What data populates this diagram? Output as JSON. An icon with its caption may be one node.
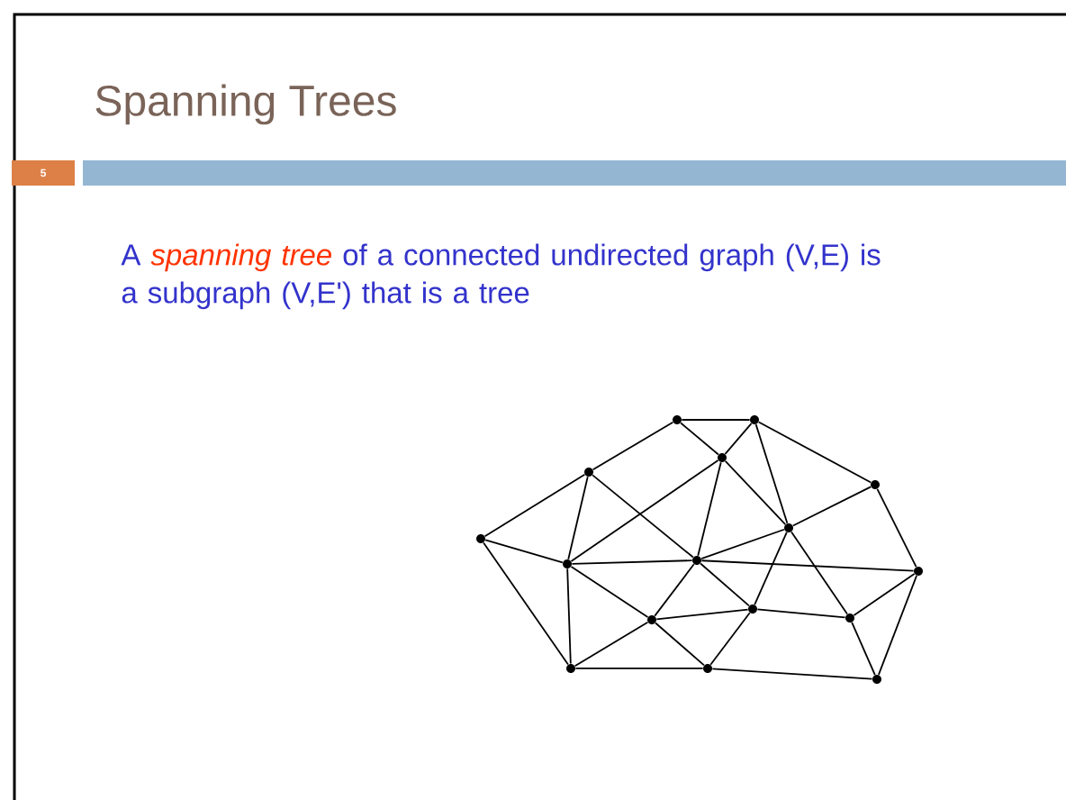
{
  "diagram": {
    "title": "Spanning Trees",
    "nodes": [
      {
        "text": [],
        "shape": "circle"
      },
      {
        "text": [],
        "shape": "circle"
      },
      {
        "text": [],
        "shape": "circle"
      },
      {
        "text": [],
        "shape": "circle"
      },
      {
        "text": [],
        "shape": "circle"
      },
      {
        "text": [],
        "shape": "circle"
      },
      {
        "text": [],
        "shape": "circle"
      },
      {
        "text": [],
        "shape": "circle"
      },
      {
        "text": [],
        "shape": "circle"
      },
      {
        "text": [],
        "shape": "circle"
      },
      {
        "text": [],
        "shape": "circle"
      },
      {
        "text": [],
        "shape": "circle"
      },
      {
        "text": [],
        "shape": "circle"
      },
      {
        "text": [],
        "shape": "circle"
      },
      {
        "text": [],
        "shape": "circle"
      },
      {
        "text": [],
        "shape": "circle"
      }
    ],
    "edges": [
      {
        "from": 0,
        "to": 1,
        "arrow": "none"
      },
      {
        "from": 0,
        "to": 2,
        "arrow": "none"
      },
      {
        "from": 1,
        "to": 2,
        "arrow": "none"
      },
      {
        "from": 0,
        "to": 3,
        "arrow": "none"
      },
      {
        "from": 1,
        "to": 6,
        "arrow": "none"
      },
      {
        "from": 1,
        "to": 4,
        "arrow": "none"
      },
      {
        "from": 2,
        "to": 7,
        "arrow": "none"
      },
      {
        "from": 2,
        "to": 8,
        "arrow": "none"
      },
      {
        "from": 2,
        "to": 6,
        "arrow": "none"
      },
      {
        "from": 3,
        "to": 5,
        "arrow": "none"
      },
      {
        "from": 3,
        "to": 7,
        "arrow": "none"
      },
      {
        "from": 3,
        "to": 8,
        "arrow": "none"
      },
      {
        "from": 5,
        "to": 7,
        "arrow": "none"
      },
      {
        "from": 5,
        "to": 13,
        "arrow": "none"
      },
      {
        "from": 7,
        "to": 8,
        "arrow": "none"
      },
      {
        "from": 8,
        "to": 9,
        "arrow": "none"
      },
      {
        "from": 8,
        "to": 6,
        "arrow": "none"
      },
      {
        "from": 4,
        "to": 6,
        "arrow": "none"
      },
      {
        "from": 4,
        "to": 9,
        "arrow": "none"
      },
      {
        "from": 9,
        "to": 12,
        "arrow": "none"
      },
      {
        "from": 9,
        "to": 15,
        "arrow": "none"
      },
      {
        "from": 12,
        "to": 10,
        "arrow": "none"
      },
      {
        "from": 10,
        "to": 11,
        "arrow": "none"
      },
      {
        "from": 11,
        "to": 8,
        "arrow": "none"
      },
      {
        "from": 8,
        "to": 10,
        "arrow": "none"
      },
      {
        "from": 10,
        "to": 14,
        "arrow": "none"
      },
      {
        "from": 11,
        "to": 14,
        "arrow": "none"
      },
      {
        "from": 11,
        "to": 7,
        "arrow": "none"
      },
      {
        "from": 11,
        "to": 13,
        "arrow": "none"
      },
      {
        "from": 7,
        "to": 13,
        "arrow": "none"
      },
      {
        "from": 13,
        "to": 14,
        "arrow": "none"
      },
      {
        "from": 14,
        "to": 15,
        "arrow": "none"
      },
      {
        "from": 12,
        "to": 15,
        "arrow": "none"
      },
      {
        "from": 6,
        "to": 10,
        "arrow": "none"
      },
      {
        "from": 6,
        "to": 12,
        "arrow": "none"
      }
    ],
    "labels": [
      "5",
      "A *spanning tree* of a connected undirected graph (V,E) is a subgraph (V,E') that is a tree"
    ]
  }
}
